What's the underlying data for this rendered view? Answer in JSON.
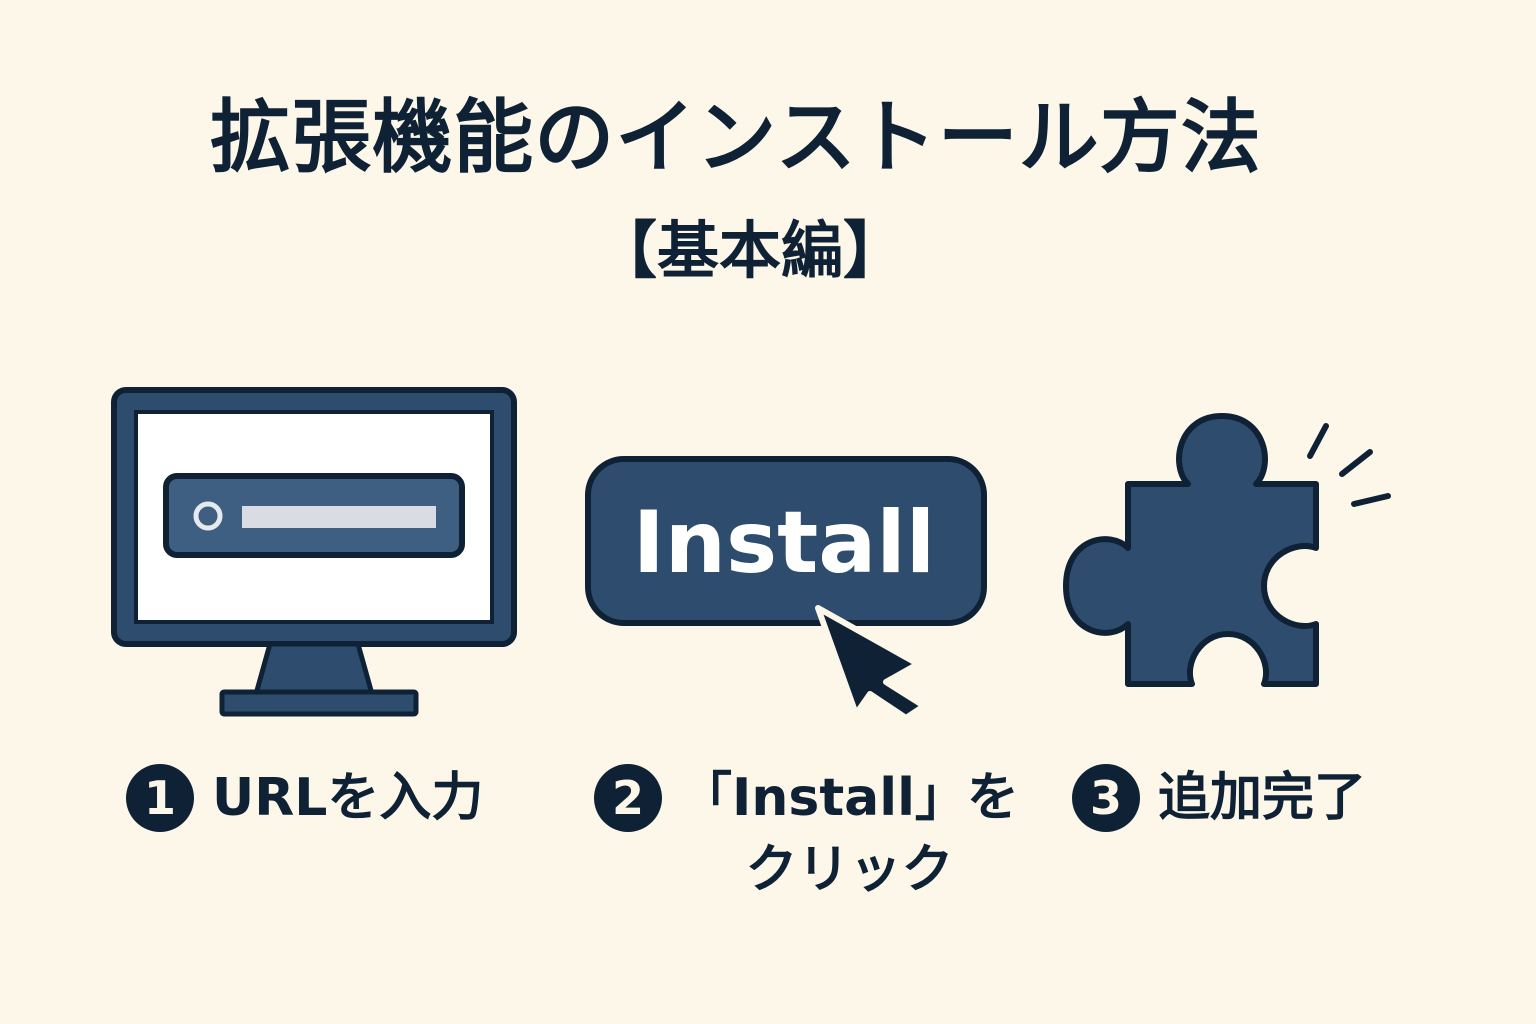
{
  "title": "拡張機能のインストール方法",
  "subtitle": "【基本編】",
  "install_button": {
    "label": "Install"
  },
  "steps": [
    {
      "number": "1",
      "label": "URLを入力",
      "icon": "monitor-icon"
    },
    {
      "number": "2",
      "label": "「Install」を\nクリック",
      "icon": "install-button-icon"
    },
    {
      "number": "3",
      "label": "追加完了",
      "icon": "puzzle-piece-icon"
    }
  ],
  "colors": {
    "background": "#fdf7e9",
    "navy": "#0f2235",
    "blue": "#2e4d6e",
    "accent_white": "#ffffff"
  }
}
